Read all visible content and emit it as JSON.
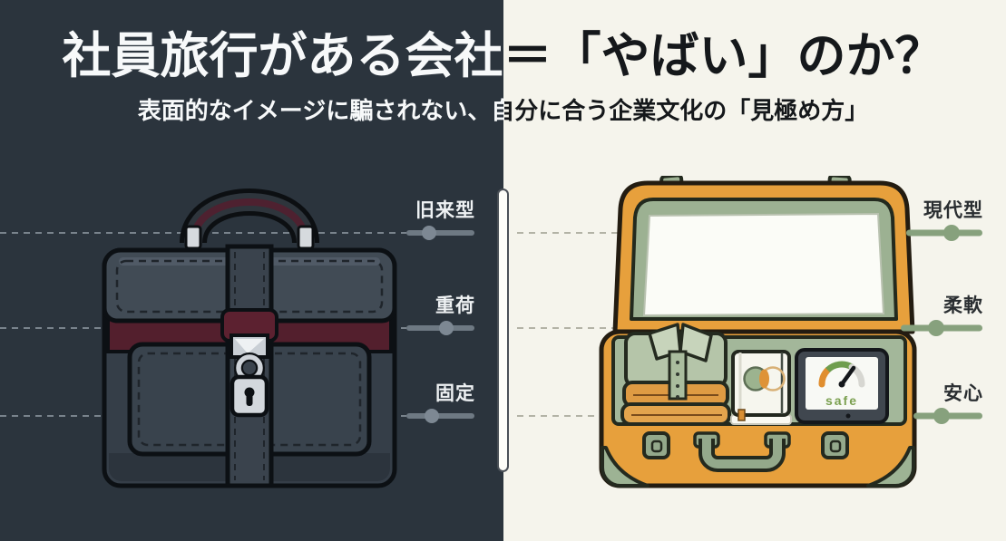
{
  "header": {
    "title": "社員旅行がある会社＝「やばい」のか？",
    "subtitle": "表面的なイメージに騙されない、自分に合う企業文化の「見極め方」"
  },
  "left_panel": {
    "theme": "dark",
    "bg_color": "#2b343d",
    "illustration": "locked-briefcase",
    "slider_color": "#6e7983",
    "label_color": "#eef1f3",
    "sliders": [
      {
        "label": "旧来型",
        "value_pct": 33
      },
      {
        "label": "重荷",
        "value_pct": 59
      },
      {
        "label": "固定",
        "value_pct": 37
      }
    ]
  },
  "right_panel": {
    "theme": "light",
    "bg_color": "#f5f4ec",
    "illustration": "open-suitcase",
    "slider_color": "#87a17d",
    "label_color": "#2a2e31",
    "gauge": {
      "label": "safe",
      "low_color": "#e08e2f",
      "ok_color": "#6f9e4e",
      "rest_color": "#d7d7d2"
    },
    "sliders": [
      {
        "label": "現代型",
        "value_pct": 60
      },
      {
        "label": "柔軟",
        "value_pct": 43
      },
      {
        "label": "安心",
        "value_pct": 41
      }
    ]
  }
}
